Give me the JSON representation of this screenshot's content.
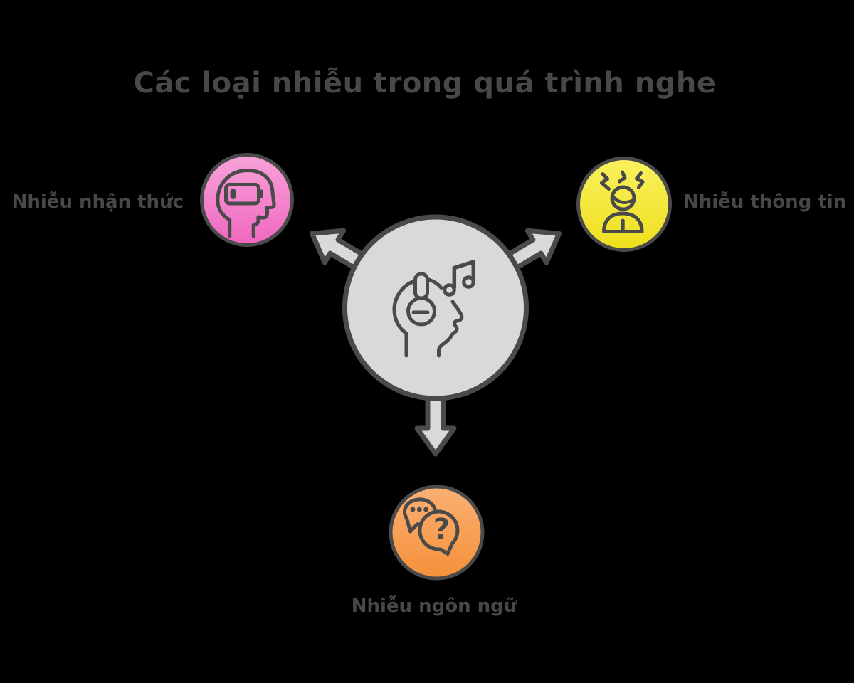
{
  "title": "Các loại nhiễu trong quá trình nghe",
  "center": {
    "icon": "headphones-listener-music-icon",
    "fill": "#D9D9D9",
    "outline": "#4A4A4A"
  },
  "nodes": [
    {
      "id": "cognitive-noise",
      "label": "Nhiễu nhận thức",
      "icon": "head-low-battery-icon",
      "direction": "upper-left",
      "color_top": "#F8A3D8",
      "color_bottom": "#F066C0"
    },
    {
      "id": "information-noise",
      "label": "Nhiễu thông tin",
      "icon": "stressed-person-icon",
      "direction": "upper-right",
      "color_top": "#FAF161",
      "color_bottom": "#EEDE1C"
    },
    {
      "id": "language-noise",
      "label": "Nhiễu ngôn ngữ",
      "icon": "speech-bubbles-question-icon",
      "direction": "bottom",
      "color_top": "#FBB075",
      "color_bottom": "#F49039"
    }
  ],
  "icons": {
    "question_mark": "?"
  },
  "colors": {
    "background": "#000000",
    "text": "#48484B",
    "stroke": "#4A4A4A",
    "hub_fill": "#D9D9D9"
  }
}
